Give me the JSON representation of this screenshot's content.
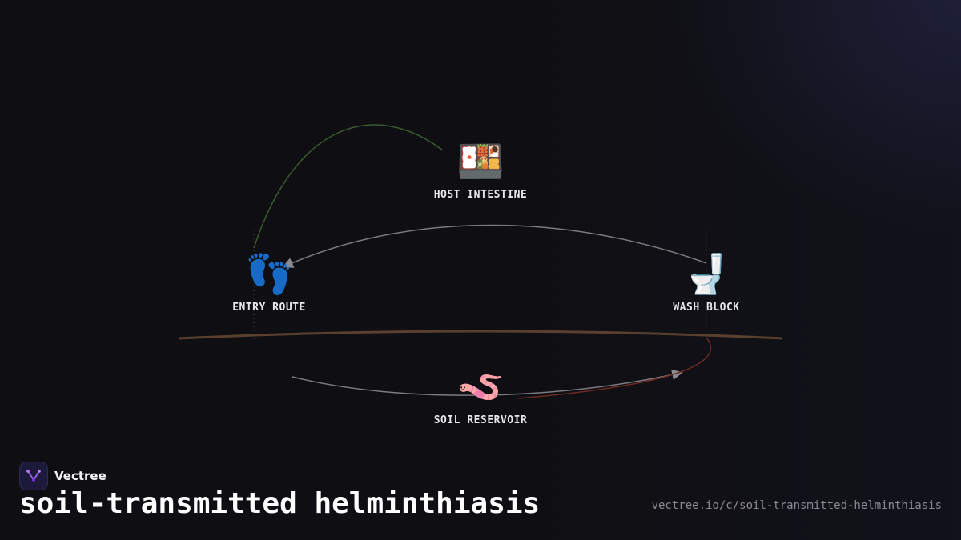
{
  "diagram": {
    "nodes": [
      {
        "id": "host",
        "label": "HOST INTESTINE",
        "icon": "bento-box-icon",
        "glyph": "🍱"
      },
      {
        "id": "entry",
        "label": "ENTRY ROUTE",
        "icon": "footprints-icon",
        "glyph": "👣"
      },
      {
        "id": "wash",
        "label": "WASH BLOCK",
        "icon": "toilet-icon",
        "glyph": "🚽"
      },
      {
        "id": "soil",
        "label": "SOIL RESERVOIR",
        "icon": "worm-icon",
        "glyph": "🪱"
      }
    ],
    "edges": [
      {
        "from": "host",
        "to": "entry",
        "color": "#3b5a2f"
      },
      {
        "from": "wash",
        "to": "entry",
        "color": "#7a7a80"
      },
      {
        "from": "soil",
        "to": "wash",
        "color": "#7a7a80"
      },
      {
        "from": "wash",
        "to": "soil",
        "color": "#6b2a22"
      }
    ],
    "ground_line_color": "#5a3f2e"
  },
  "footer": {
    "brand_name": "Vectree",
    "title": "soil-transmitted helminthiasis",
    "url": "vectree.io/c/soil-transmitted-helminthiasis"
  }
}
